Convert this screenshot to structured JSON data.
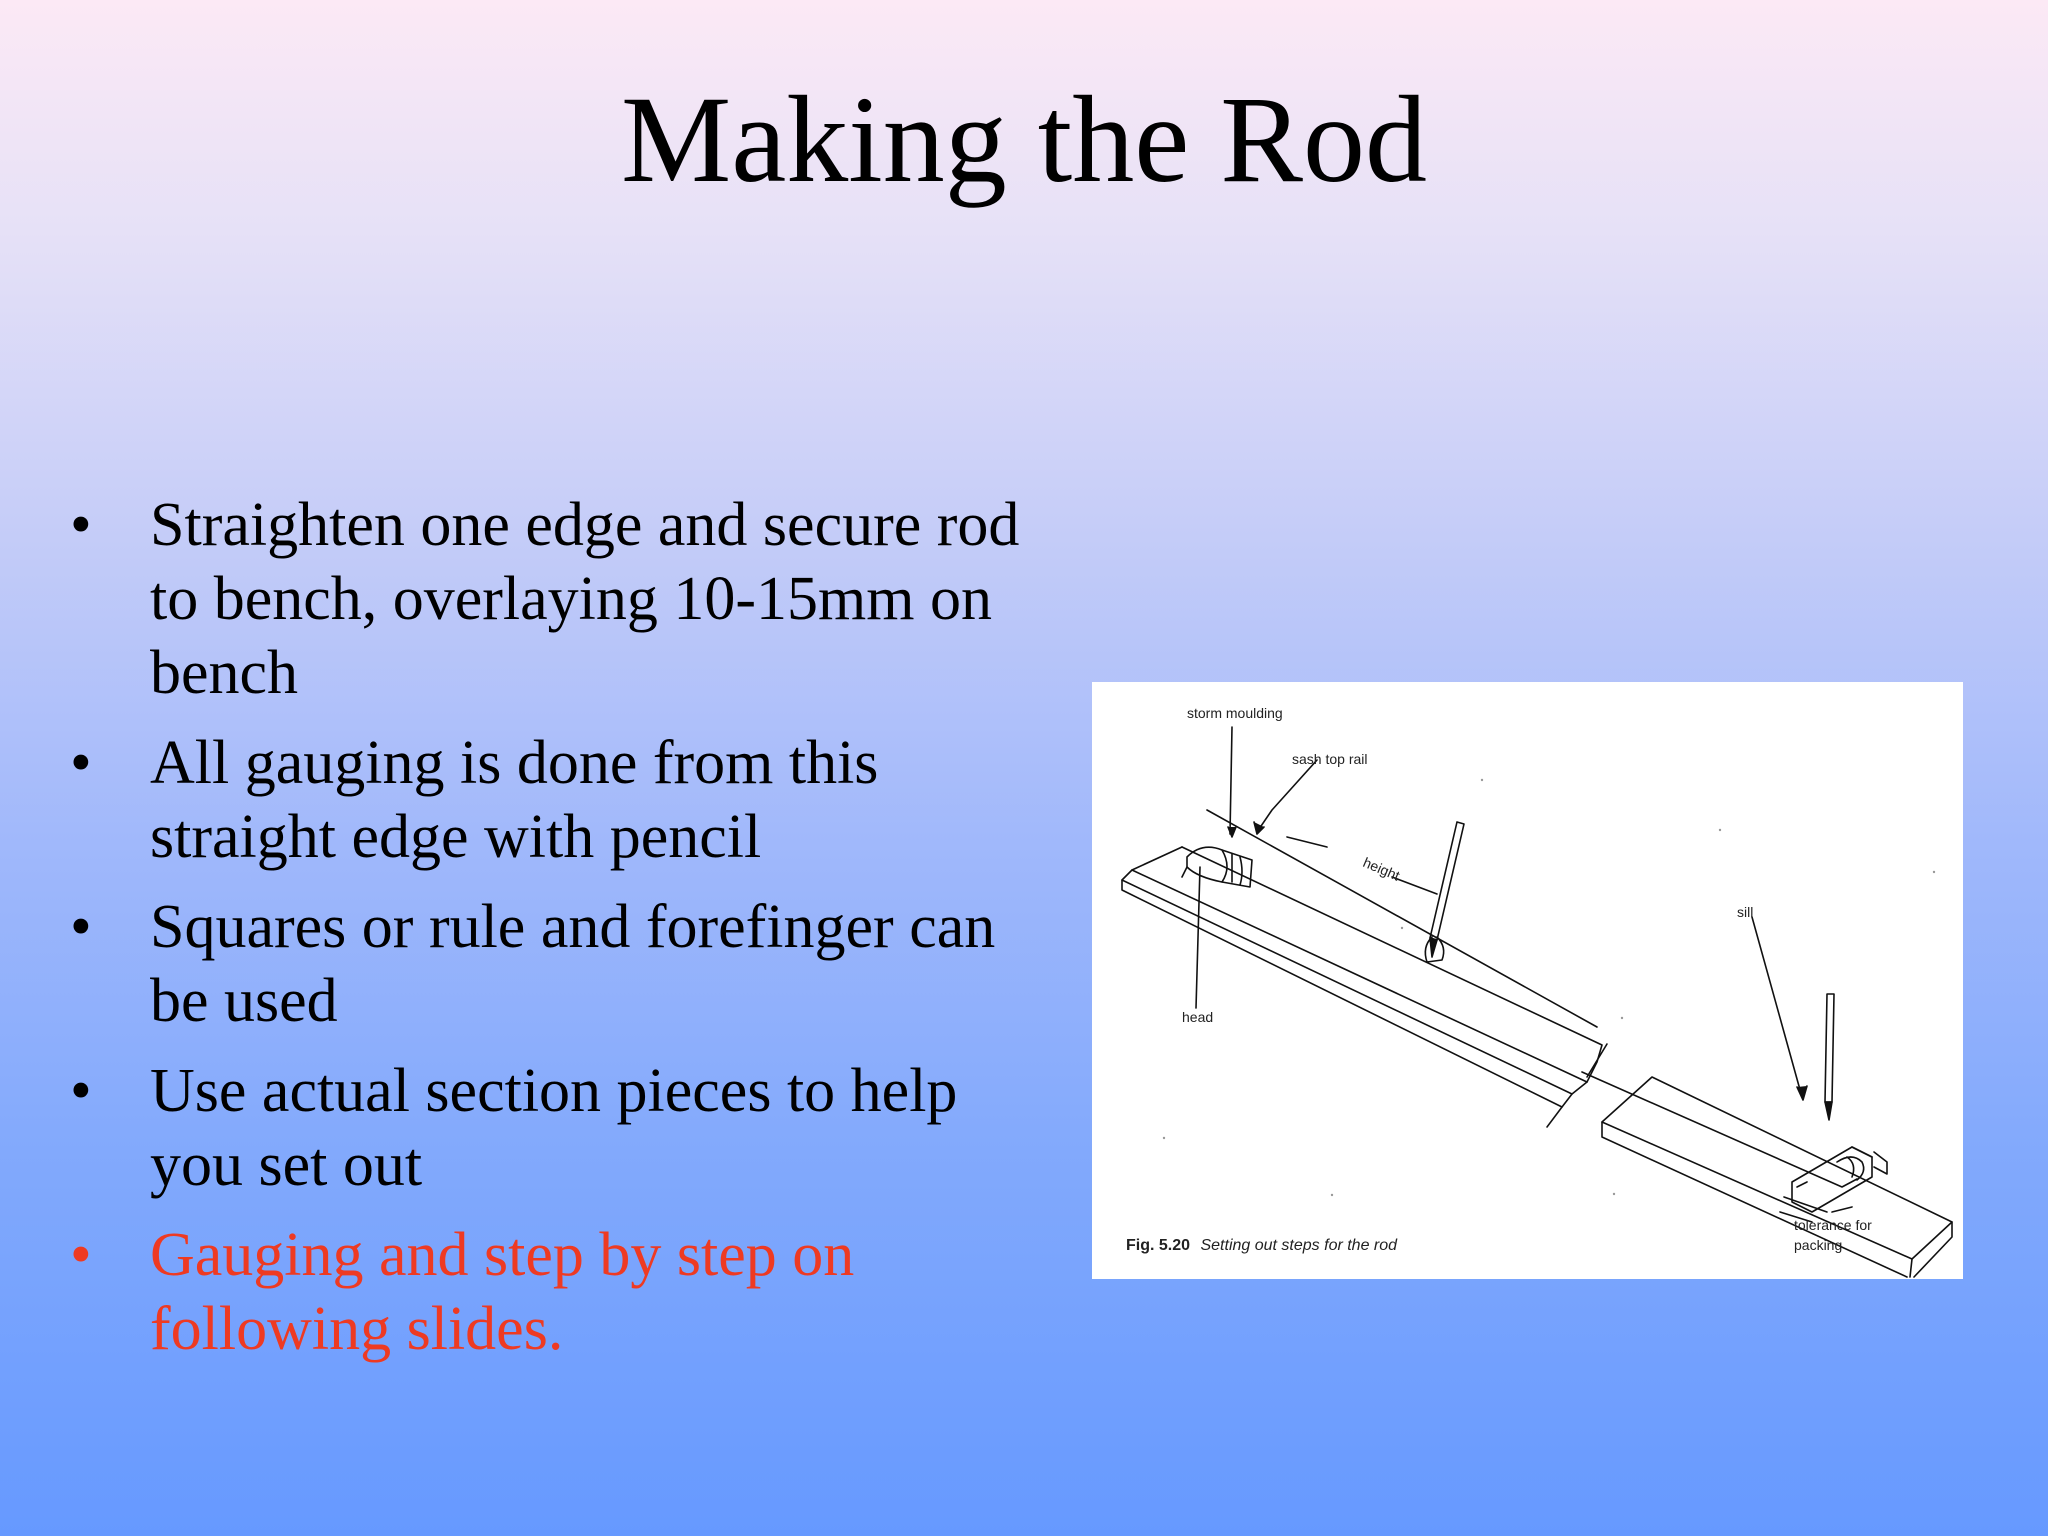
{
  "slide": {
    "title": "Making the Rod",
    "bullets": [
      {
        "marker": "•",
        "text": "Straighten one edge and secure rod to bench, overlaying 10-15mm on bench"
      },
      {
        "marker": "•",
        "text": "All gauging is done from this straight edge with pencil"
      },
      {
        "marker": "•",
        "text": "Squares or rule and forefinger can be used"
      },
      {
        "marker": "•",
        "text": "Use actual section pieces to help you set out"
      },
      {
        "marker": "•",
        "text": "Gauging and step by step on following slides."
      }
    ],
    "accent_color": "#ee3a22"
  },
  "figure": {
    "labels": {
      "storm_moulding": "storm moulding",
      "sash_top_rail": "sash top rail",
      "height": "height",
      "head": "head",
      "sill": "sill",
      "tolerance_line1": "tolerance for",
      "tolerance_line2": "packing"
    },
    "caption_number": "Fig. 5.20",
    "caption_text": "Setting out steps for the rod"
  }
}
